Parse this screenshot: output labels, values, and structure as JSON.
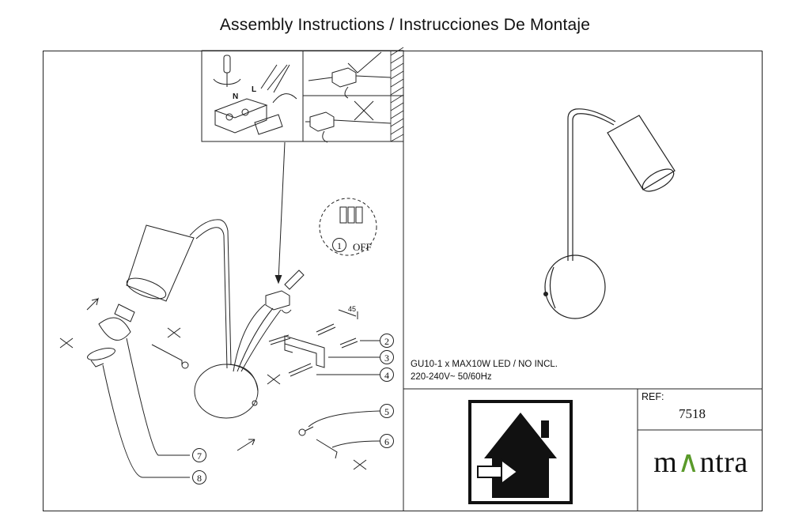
{
  "title": "Assembly Instructions / Instrucciones De Montaje",
  "spec": {
    "line1": "GU10-1 x  MAX10W  LED / NO INCL.",
    "line2": "220-240V~  50/60Hz"
  },
  "ref": {
    "label": "REF:",
    "value": "7518"
  },
  "brand": {
    "prefix": "m",
    "accent": "∧",
    "suffix": "ntra"
  },
  "switch": {
    "step": "1",
    "label": "OFF"
  },
  "wiring": {
    "n_label": "N",
    "l_label": "L"
  },
  "dimension": "45",
  "parts": [
    {
      "number": "2"
    },
    {
      "number": "3"
    },
    {
      "number": "4"
    },
    {
      "number": "5"
    },
    {
      "number": "6"
    },
    {
      "number": "7"
    },
    {
      "number": "8"
    }
  ],
  "colors": {
    "line": "#222222",
    "accent_green": "#5a9a2a"
  },
  "icons": [
    "screwdriver-icon",
    "check-mark-icon",
    "cross-mark-icon",
    "rotate-arrow-icon",
    "indoor-use-house-icon",
    "switch-off-icon"
  ]
}
